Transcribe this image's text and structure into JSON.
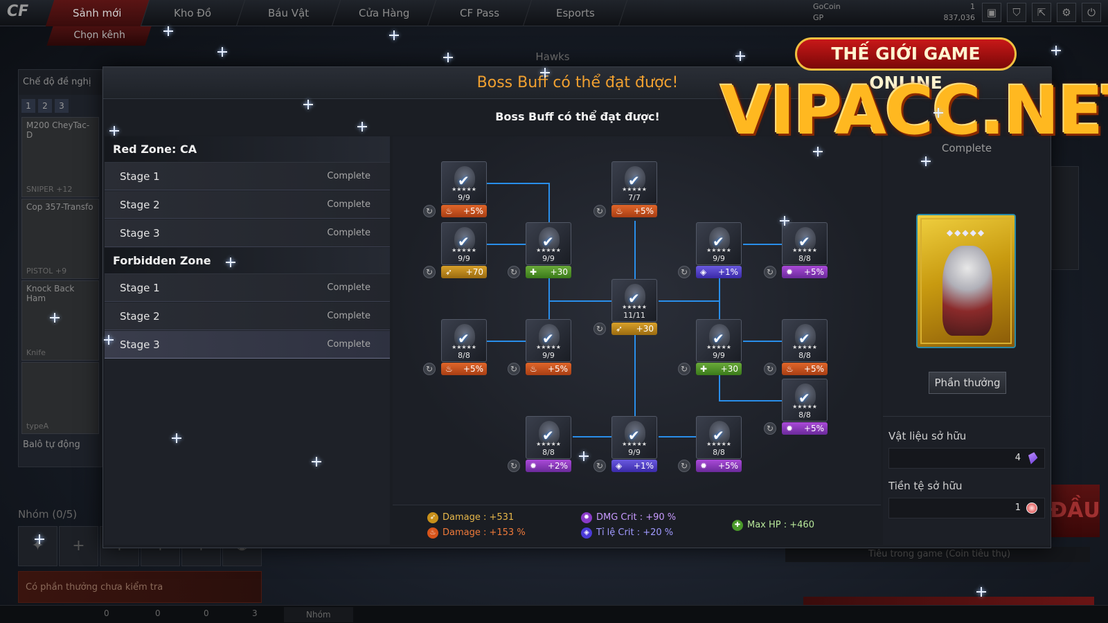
{
  "topbar": {
    "logo": "CF",
    "nav": [
      "Sảnh mới",
      "Kho Đồ",
      "Báu Vật",
      "Cửa Hàng",
      "CF Pass",
      "Esports"
    ],
    "sub_button": "Chọn kênh",
    "currency": [
      {
        "label": "GoCoin",
        "value": "1"
      },
      {
        "label": "GP",
        "value": "837,036"
      }
    ],
    "icons": [
      "monitor-icon",
      "shield-icon",
      "exit-door-icon",
      "gear-icon",
      "power-icon"
    ]
  },
  "background": {
    "mode_label": "Chế độ đề nghị",
    "tabs": [
      "1",
      "2",
      "3"
    ],
    "weapons": [
      {
        "name": "M200 CheyTac-D",
        "type": "SNIPER",
        "level": "+12"
      },
      {
        "name": "Cop 357-Transfo",
        "type": "PISTOL",
        "level": "+9"
      },
      {
        "name": "Knock Back Ham",
        "type": "Knife",
        "level": ""
      },
      {
        "name": "",
        "type": "typeA",
        "level": ""
      }
    ],
    "backpack_label": "Balô tự động",
    "group_label": "Nhóm (0/5)",
    "reward_bar": "Có phần thưởng chưa kiểm tra",
    "hawks": "Hawks",
    "bottom_chat": "Nhóm",
    "bottom_counts": [
      "0",
      "0",
      "0",
      "3"
    ],
    "right_start": "ĐẦU",
    "right_hint": "Tiêu trong game (Coin tiêu thụ)"
  },
  "modal": {
    "title": "Boss Buff có thể đạt được!",
    "subtitle": "Boss Buff có thể đạt được!",
    "zones": [
      {
        "name": "Red Zone: CA",
        "stages": [
          {
            "label": "Stage 1",
            "status": "Complete"
          },
          {
            "label": "Stage 2",
            "status": "Complete"
          },
          {
            "label": "Stage 3",
            "status": "Complete"
          }
        ]
      },
      {
        "name": "Forbidden Zone",
        "stages": [
          {
            "label": "Stage 1",
            "status": "Complete"
          },
          {
            "label": "Stage 2",
            "status": "Complete"
          },
          {
            "label": "Stage 3",
            "status": "Complete"
          }
        ]
      }
    ],
    "selected": "Forbidden Zone / Stage 3",
    "nodes": [
      {
        "count": "9/9",
        "buff": "+5%",
        "kind": "fire"
      },
      {
        "count": "7/7",
        "buff": "+5%",
        "kind": "fire"
      },
      {
        "count": "9/9",
        "buff": "+70",
        "kind": "dmg"
      },
      {
        "count": "9/9",
        "buff": "+30",
        "kind": "hp"
      },
      {
        "count": "9/9",
        "buff": "+1%",
        "kind": "rate"
      },
      {
        "count": "8/8",
        "buff": "+5%",
        "kind": "crit"
      },
      {
        "count": "11/11",
        "buff": "+30",
        "kind": "dmg"
      },
      {
        "count": "8/8",
        "buff": "+5%",
        "kind": "fire"
      },
      {
        "count": "9/9",
        "buff": "+5%",
        "kind": "fire"
      },
      {
        "count": "9/9",
        "buff": "+30",
        "kind": "hp"
      },
      {
        "count": "8/8",
        "buff": "+5%",
        "kind": "fire"
      },
      {
        "count": "8/8",
        "buff": "+5%",
        "kind": "crit"
      },
      {
        "count": "8/8",
        "buff": "+2%",
        "kind": "crit"
      },
      {
        "count": "9/9",
        "buff": "+1%",
        "kind": "rate"
      },
      {
        "count": "8/8",
        "buff": "+5%",
        "kind": "crit"
      }
    ],
    "stats": [
      {
        "label": "Damage : +531",
        "color": "#e8b84a",
        "kind": "dmg"
      },
      {
        "label": "Damage : +153 %",
        "color": "#f07a3a",
        "kind": "fire"
      },
      {
        "label": "DMG Crit : +90 %",
        "color": "#c89aff",
        "kind": "crit"
      },
      {
        "label": "Tỉ lệ Crit : +20 %",
        "color": "#a09aff",
        "kind": "rate"
      },
      {
        "label": "Max HP : +460",
        "color": "#b8e89a",
        "kind": "hp"
      }
    ],
    "right_panel": {
      "status": "Complete",
      "reward_button": "Phần thưởng",
      "materials_label": "Vật liệu sở hữu",
      "materials_value": "4",
      "currency_label": "Tiền tệ sở hữu",
      "currency_value": "1"
    }
  },
  "watermark": {
    "banner": "THẾ GIỚI GAME ONLINE",
    "main": "VIPACC.NET"
  },
  "colors": {
    "title_orange": "#f0a030",
    "link_blue": "#2a8aff",
    "modal_bg": "#1a1d23"
  }
}
